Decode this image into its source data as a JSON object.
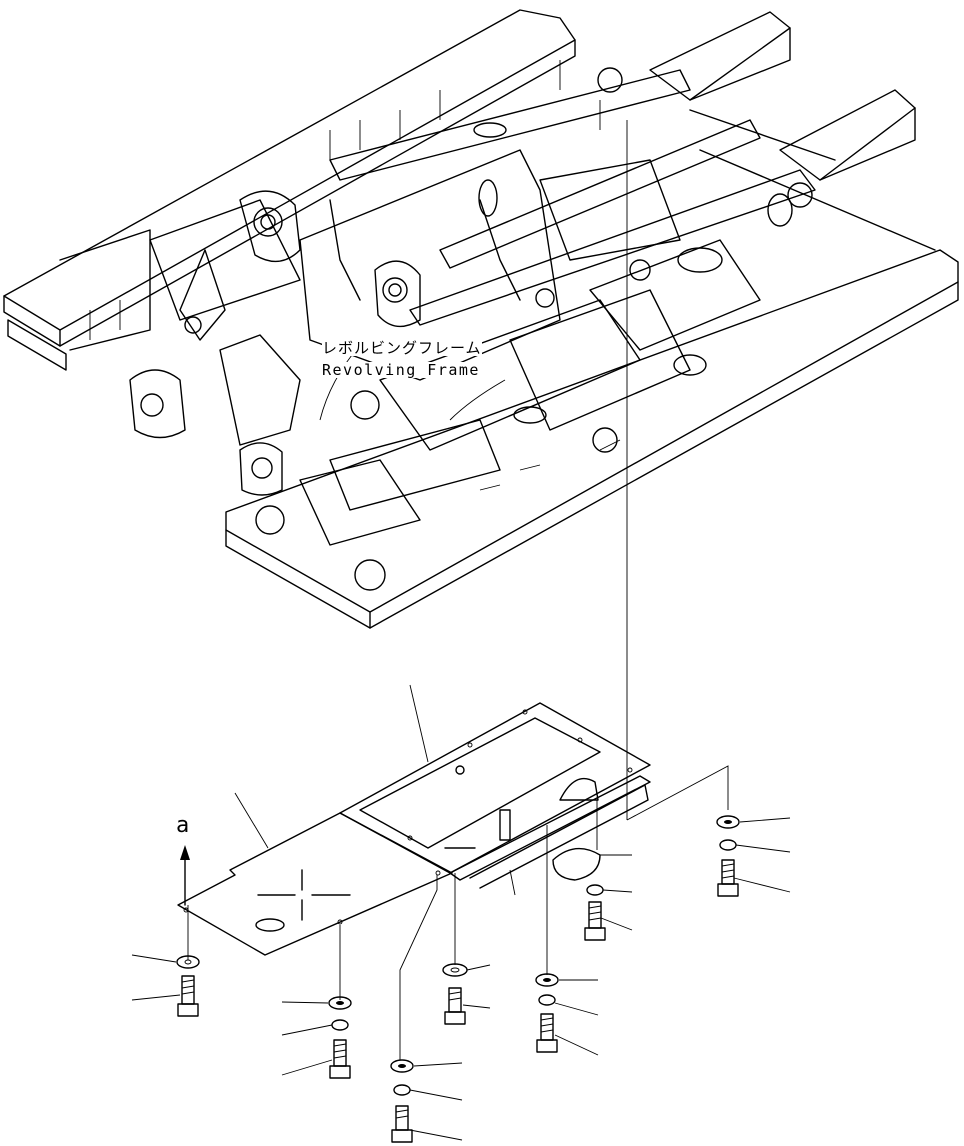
{
  "labels": {
    "frame_jp": "レボルビングフレーム",
    "frame_en": "Revolving Frame",
    "ref_a": "a"
  },
  "colors": {
    "line": "#000000",
    "background": "#ffffff"
  }
}
